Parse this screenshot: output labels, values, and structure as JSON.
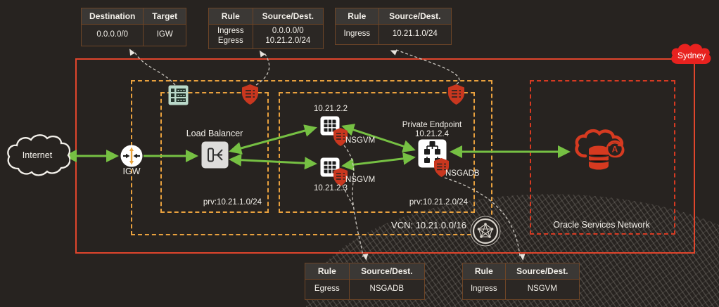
{
  "region": {
    "label": "Sydney"
  },
  "network": {
    "internet_label": "Internet",
    "igw_label": "IGW",
    "lb_label": "Load Balancer",
    "vm1_ip": "10.21.2.2",
    "vm2_ip": "10.21.2.3",
    "nsg_vm1_label": "NSGVM",
    "nsg_vm2_label": "NSGVM",
    "pe_label": "Private Endpoint",
    "pe_ip": "10.21.2.4",
    "nsg_adb_label": "NSGADB",
    "subnet_lb_cidr": "prv:10.21.1.0/24",
    "subnet_app_cidr": "prv:10.21.2.0/24",
    "vcn_cidr": "VCN: 10.21.0.0/16",
    "osn_label": "Oracle Services Network"
  },
  "tables": {
    "route_table": {
      "col1": "Destination",
      "col2": "Target",
      "row_dest": "0.0.0.0/0",
      "row_target": "IGW"
    },
    "seclist_lb": {
      "col1": "Rule",
      "col2": "Source/Dest.",
      "rule_line1": "Ingress",
      "rule_line2": "Egress",
      "src_line1": "0.0.0.0/0",
      "src_line2": "10.21.2.0/24"
    },
    "seclist_app": {
      "col1": "Rule",
      "col2": "Source/Dest.",
      "rule": "Ingress",
      "src": "10.21.1.0/24"
    },
    "nsg_vm_rules": {
      "col1": "Rule",
      "col2": "Source/Dest.",
      "rule": "Egress",
      "src": "NSGADB"
    },
    "nsg_adb_rules": {
      "col1": "Rule",
      "col2": "Source/Dest.",
      "rule": "Ingress",
      "src": "NSGVM"
    }
  },
  "colors": {
    "region_border": "#e0452c",
    "subnet_border": "#e9a13e",
    "osn_border": "#d63a22",
    "arrow_green": "#76c043",
    "shield_red": "#c9371f",
    "route_icon_mint": "#b9d8c9",
    "background": "#272320"
  }
}
